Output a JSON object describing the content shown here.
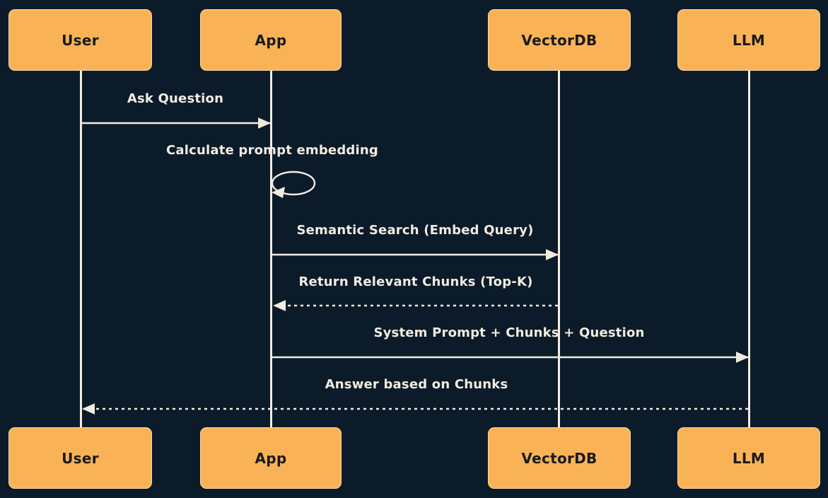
{
  "diagram": {
    "type": "sequence-diagram",
    "topic": "RAG question answering flow",
    "actors": [
      {
        "id": "user",
        "label": "User"
      },
      {
        "id": "app",
        "label": "App"
      },
      {
        "id": "vectordb",
        "label": "VectorDB"
      },
      {
        "id": "llm",
        "label": "LLM"
      }
    ],
    "messages": [
      {
        "label": "Ask Question",
        "from": "User",
        "to": "App",
        "style": "solid"
      },
      {
        "label": "Calculate prompt embedding",
        "from": "App",
        "to": "App",
        "style": "self-loop"
      },
      {
        "label": "Semantic Search (Embed Query)",
        "from": "App",
        "to": "VectorDB",
        "style": "solid"
      },
      {
        "label": "Return Relevant Chunks (Top-K)",
        "from": "VectorDB",
        "to": "App",
        "style": "dashed"
      },
      {
        "label": "System Prompt + Chunks + Question",
        "from": "App",
        "to": "LLM",
        "style": "solid"
      },
      {
        "label": "Answer based on Chunks",
        "from": "LLM",
        "to": "User",
        "style": "dashed"
      }
    ],
    "colors": {
      "background": "#0c1b29",
      "actor_fill": "#f9b356",
      "actor_border": "#fcf4e5",
      "actor_text": "#191919",
      "line": "#f2ece0",
      "message_text": "#f2ece0"
    }
  }
}
